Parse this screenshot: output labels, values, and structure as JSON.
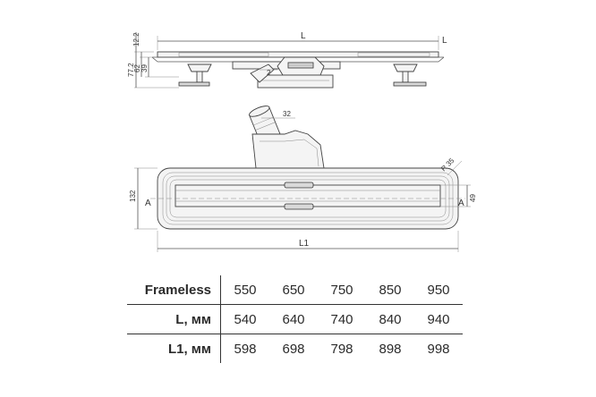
{
  "drawing": {
    "side_view": {
      "length_label_top": "L",
      "length_label_right": "L",
      "height_total": "77.2",
      "height_frame": "12.2",
      "height_body": "62",
      "height_inner": "39",
      "outlet_gap": "2"
    },
    "plan_view": {
      "outlet_diameter": "32",
      "corner_radius": "R 35",
      "width_total": "132",
      "width_grate": "49",
      "section_left": "A",
      "section_right": "A",
      "length_label": "L1"
    }
  },
  "table": {
    "rows": [
      {
        "label": "Frameless",
        "values": [
          "550",
          "650",
          "750",
          "850",
          "950"
        ]
      },
      {
        "label": "L, мм",
        "values": [
          "540",
          "640",
          "740",
          "840",
          "940"
        ]
      },
      {
        "label": "L1, мм",
        "values": [
          "598",
          "698",
          "798",
          "898",
          "998"
        ]
      }
    ]
  }
}
